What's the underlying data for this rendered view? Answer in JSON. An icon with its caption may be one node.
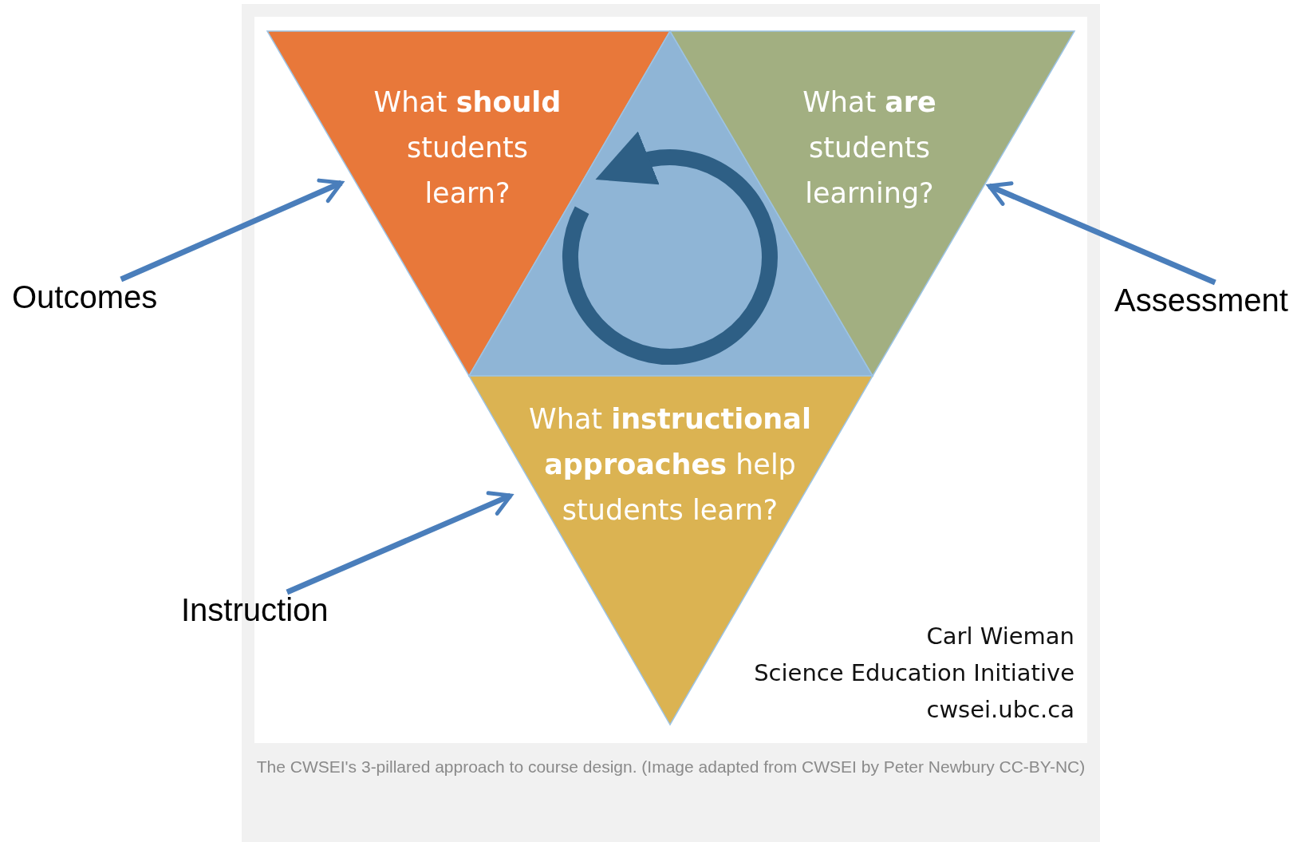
{
  "diagram": {
    "caption": "The CWSEI's 3-pillared approach to course design. (Image adapted from CWSEI by Peter Newbury CC-BY-NC)",
    "nodes": [
      {
        "text": [
          "What **should** students learn?"
        ]
      },
      {
        "text": [],
        "shape": "triangle"
      },
      {
        "text": [
          "What **are** students learning?"
        ]
      },
      {
        "text": [
          "Outcomes"
        ]
      },
      {
        "text": [
          "Assessment"
        ]
      },
      {
        "text": [
          "What **instructional approaches** help students learn?"
        ]
      },
      {
        "text": [
          "Instruction"
        ]
      }
    ],
    "edges": [
      {
        "from": 3,
        "to": 0,
        "arrow": "to"
      },
      {
        "from": 4,
        "to": 2,
        "arrow": "to"
      },
      {
        "from": 6,
        "to": 5,
        "arrow": "to"
      }
    ],
    "labels": [
      "Carl Wieman",
      "Science Education Initiative",
      "cwsei.ubc.ca"
    ]
  }
}
